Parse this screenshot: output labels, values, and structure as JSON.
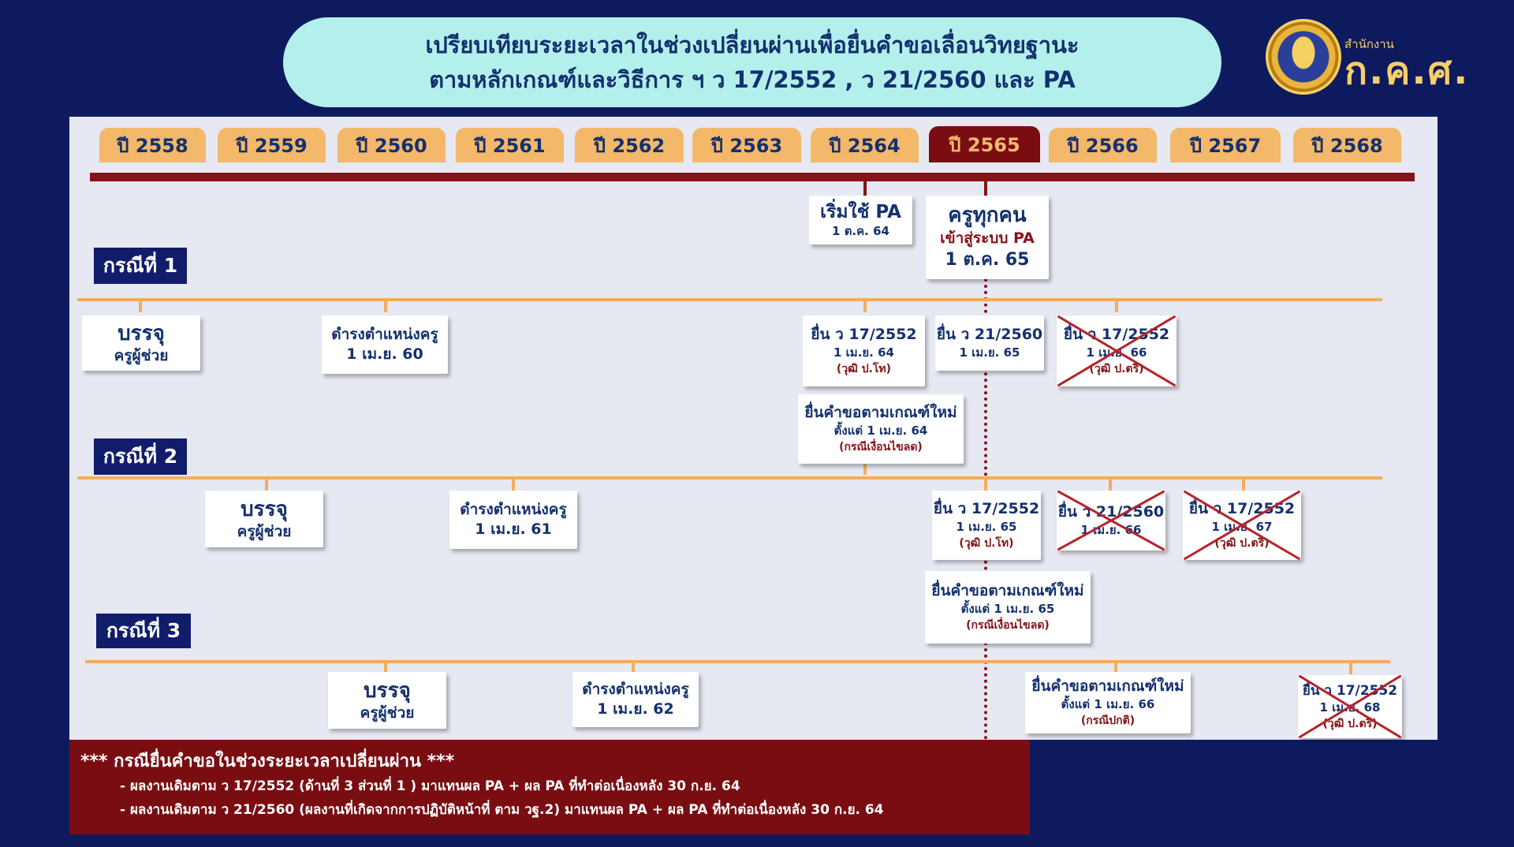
{
  "header": {
    "title_line1": "เปรียบเทียบระยะเวลาในช่วงเปลี่ยนผ่านเพื่อยื่นคำขอเลื่อนวิทยฐานะ",
    "title_line2": "ตามหลักเกณฑ์และวิธีการ ฯ ว 17/2552 , ว 21/2560 และ PA"
  },
  "logo": {
    "small_text": "สำนักงาน",
    "big_text": "ก.ค.ศ."
  },
  "years": [
    "ปี 2558",
    "ปี 2559",
    "ปี 2560",
    "ปี 2561",
    "ปี 2562",
    "ปี 2563",
    "ปี 2564",
    "ปี 2565",
    "ปี 2566",
    "ปี 2567",
    "ปี 2568"
  ],
  "active_year": "ปี 2565",
  "milestones": {
    "pa_start": {
      "title": "เริ่มใช้ PA",
      "date": "1 ต.ค. 64"
    },
    "all_teachers": {
      "title": "ครูทุกคน",
      "subtitle": "เข้าสู่ระบบ PA",
      "date": "1 ต.ค. 65"
    }
  },
  "cases": [
    {
      "label": "กรณีที่ 1",
      "cards": [
        {
          "l1": "บรรจุ",
          "l2": "ครูผู้ช่วย"
        },
        {
          "l1": "ดำรงตำแหน่งครู",
          "l2": "1 เม.ย. 60"
        },
        {
          "l1": "ยื่น ว 17/2552",
          "l2": "1 เม.ย. 64",
          "l3": "(วุฒิ ป.โท)"
        },
        {
          "l1": "ยื่น ว 21/2560",
          "l2": "1 เม.ย. 65"
        },
        {
          "l1": "ยื่น ว 17/2552",
          "l2": "1 เม.ย. 66",
          "l3": "(วุฒิ ป.ตรี)",
          "crossed": true
        },
        {
          "l1": "ยื่นคำขอตามเกณฑ์ใหม่",
          "l2": "ตั้งแต่ 1 เม.ย. 64",
          "l3": "(กรณีเงื่อนไขลด)"
        }
      ]
    },
    {
      "label": "กรณีที่ 2",
      "cards": [
        {
          "l1": "บรรจุ",
          "l2": "ครูผู้ช่วย"
        },
        {
          "l1": "ดำรงตำแหน่งครู",
          "l2": "1 เม.ย. 61"
        },
        {
          "l1": "ยื่น ว 17/2552",
          "l2": "1 เม.ย. 65",
          "l3": "(วุฒิ ป.โท)"
        },
        {
          "l1": "ยื่น ว 21/2560",
          "l2": "1 เม.ย. 66",
          "crossed": true
        },
        {
          "l1": "ยื่น ว 17/2552",
          "l2": "1 เม.ย. 67",
          "l3": "(วุฒิ ป.ตรี)",
          "crossed": true
        },
        {
          "l1": "ยื่นคำขอตามเกณฑ์ใหม่",
          "l2": "ตั้งแต่ 1 เม.ย. 65",
          "l3": "(กรณีเงื่อนไขลด)"
        }
      ]
    },
    {
      "label": "กรณีที่ 3",
      "cards": [
        {
          "l1": "บรรจุ",
          "l2": "ครูผู้ช่วย"
        },
        {
          "l1": "ดำรงตำแหน่งครู",
          "l2": "1 เม.ย. 62"
        },
        {
          "l1": "ยื่นคำขอตามเกณฑ์ใหม่",
          "l2": "ตั้งแต่ 1 เม.ย. 66",
          "l3": "(กรณีปกติ)"
        },
        {
          "l1": "ยื่น ว 17/2552",
          "l2": "1 เม.ย. 68",
          "l3": "(วุฒิ ป.ตรี)",
          "crossed": true
        }
      ]
    }
  ],
  "footer": {
    "title": "*** กรณียื่นคำขอในช่วงระยะเวลาเปลี่ยนผ่าน ***",
    "lines": [
      "- ผลงานเดิมตาม ว 17/2552 (ด้านที่ 3 ส่วนที่ 1 ) มาแทนผล PA + ผล PA ที่ทำต่อเนื่องหลัง 30 ก.ย. 64",
      "- ผลงานเดิมตาม ว 21/2560 (ผลงานที่เกิดจากการปฏิบัติหน้าที่ ตาม วฐ.2) มาแทนผล PA + ผล PA ที่ทำต่อเนื่องหลัง 30 ก.ย. 64"
    ]
  },
  "colors": {
    "background": "#0e1a5e",
    "panel": "#e6e8f2",
    "tab": "#f4b86a",
    "active_tab": "#7a0d12",
    "accent_red": "#86121a",
    "line": "#f2ae5e",
    "text": "#14306e"
  }
}
